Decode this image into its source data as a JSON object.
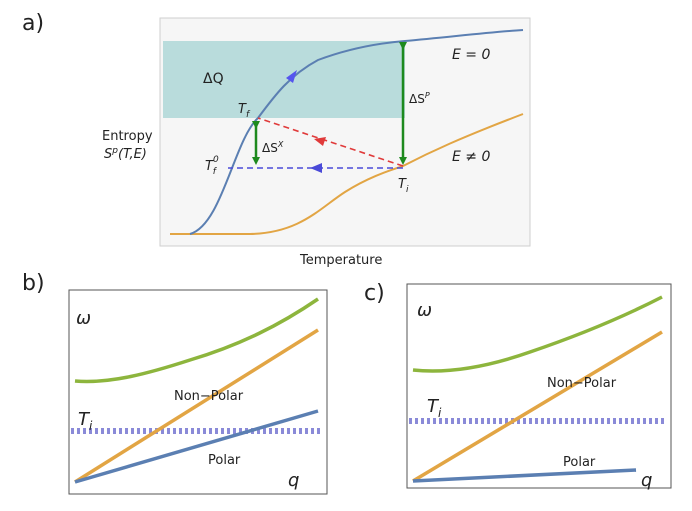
{
  "panels": {
    "a": {
      "label": "a)",
      "y_title_1": "Entropy",
      "y_title_2_main": "S",
      "y_title_2_sup": "p",
      "y_title_2_args": "(T,E)",
      "x_title": "Temperature",
      "delta_q": "ΔQ",
      "e_zero": "E = 0",
      "e_nonzero": "E ≠ 0",
      "tf_main": "T",
      "tf_sub": "f",
      "tf0_main": "T",
      "tf0_sup": "0",
      "tf0_sub": "f",
      "ti_main": "T",
      "ti_sub": "i",
      "dsx_main": "ΔS",
      "dsx_sup": "X",
      "dsp_main": "ΔS",
      "dsp_sup": "P"
    },
    "b": {
      "label": "b)",
      "omega": "ω",
      "ti_main": "T",
      "ti_sub": "i",
      "non_polar": "Non−Polar",
      "polar": "Polar",
      "q": "q"
    },
    "c": {
      "label": "c)",
      "omega": "ω",
      "ti_main": "T",
      "ti_sub": "i",
      "non_polar": "Non−Polar",
      "polar": "Polar",
      "q": "q"
    }
  },
  "colors": {
    "blue_curve": "#5b7fb2",
    "orange_curve": "#e2a544",
    "green_curve": "#8db53d",
    "green_arrow": "#1e8a1e",
    "red_dash": "#e03a3a",
    "blue_dash": "#4a4ad8",
    "shade": "#b9dcdc",
    "dotted": "#8a8ad8"
  }
}
